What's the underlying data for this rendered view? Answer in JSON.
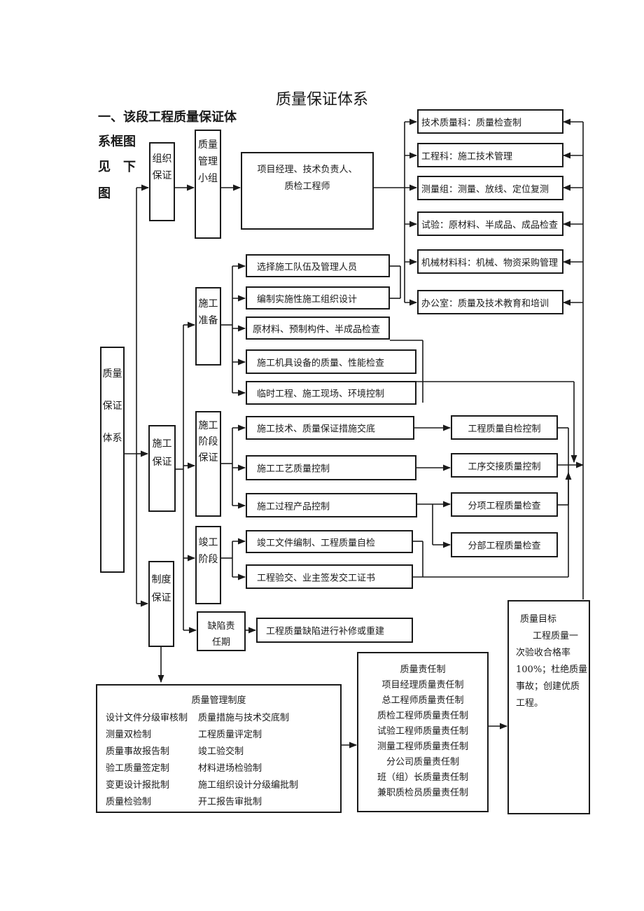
{
  "title": "质量保证体系",
  "heading": {
    "line1": "一、该段工程质量保证体",
    "line2": "系框图",
    "line3": "见　下",
    "line4": "图"
  },
  "root": "质量保证体系",
  "org": "组织保证",
  "group": "质量管理小组",
  "leaders": [
    "项目经理、技术负责人、",
    "质检工程师"
  ],
  "depts": [
    "技术质量科：质量检查制",
    "工程科：施工技术管理",
    "测量组：测量、放线、定位复测",
    "试验：原材料、半成品、成品检查",
    "机械材料科：机械、物资采购管理",
    "办公室：质量及技术教育和培训"
  ],
  "construction": "施工保证",
  "prep": "施工准备",
  "prep_items": [
    "选择施工队伍及管理人员",
    "编制实施性施工组织设计",
    "原材料、预制构件、半成品检查",
    "施工机具设备的质量、性能检查",
    "临时工程、施工现场、环境控制"
  ],
  "stage": "施工阶段保证",
  "stage_items": [
    "施工技术、质量保证措施交底",
    "施工工艺质量控制",
    "施工过程产品控制"
  ],
  "checks": [
    "工程质量自检控制",
    "工序交接质量控制",
    "分项工程质量检查",
    "分部工程质量检查"
  ],
  "completion": "竣工阶段",
  "completion_items": [
    "竣工文件编制、工程质量自检",
    "工程验交、业主签发交工证书"
  ],
  "defect": [
    "缺陷责",
    "任期"
  ],
  "defect_item": "工程质量缺陷进行补修或重建",
  "system": "制度保证",
  "mgmt": {
    "title": "质量管理制度",
    "left": [
      "设计文件分级审核制",
      "测量双检制",
      "质量事故报告制",
      "验工质量签定制",
      "变更设计报批制",
      "质量检验制"
    ],
    "right": [
      "质量措施与技术交底制",
      "工程质量评定制",
      "竣工验交制",
      "材料进场检验制",
      "施工组织设计分级编批制",
      "开工报告审批制"
    ]
  },
  "resp": {
    "title": "质量责任制",
    "items": [
      "项目经理质量责任制",
      "总工程师质量责任制",
      "质检工程师质量责任制",
      "试验工程师质量责任制",
      "测量工程师质量责任制",
      "分公司质量责任制",
      "班（组）长质量责任制",
      "兼职质检员质量责任制"
    ]
  },
  "goal": {
    "title": "质量目标",
    "lines": [
      "工程质量一",
      "次验收合格率",
      "100%；杜绝质量",
      "事故；创建优质",
      "工程。"
    ]
  }
}
